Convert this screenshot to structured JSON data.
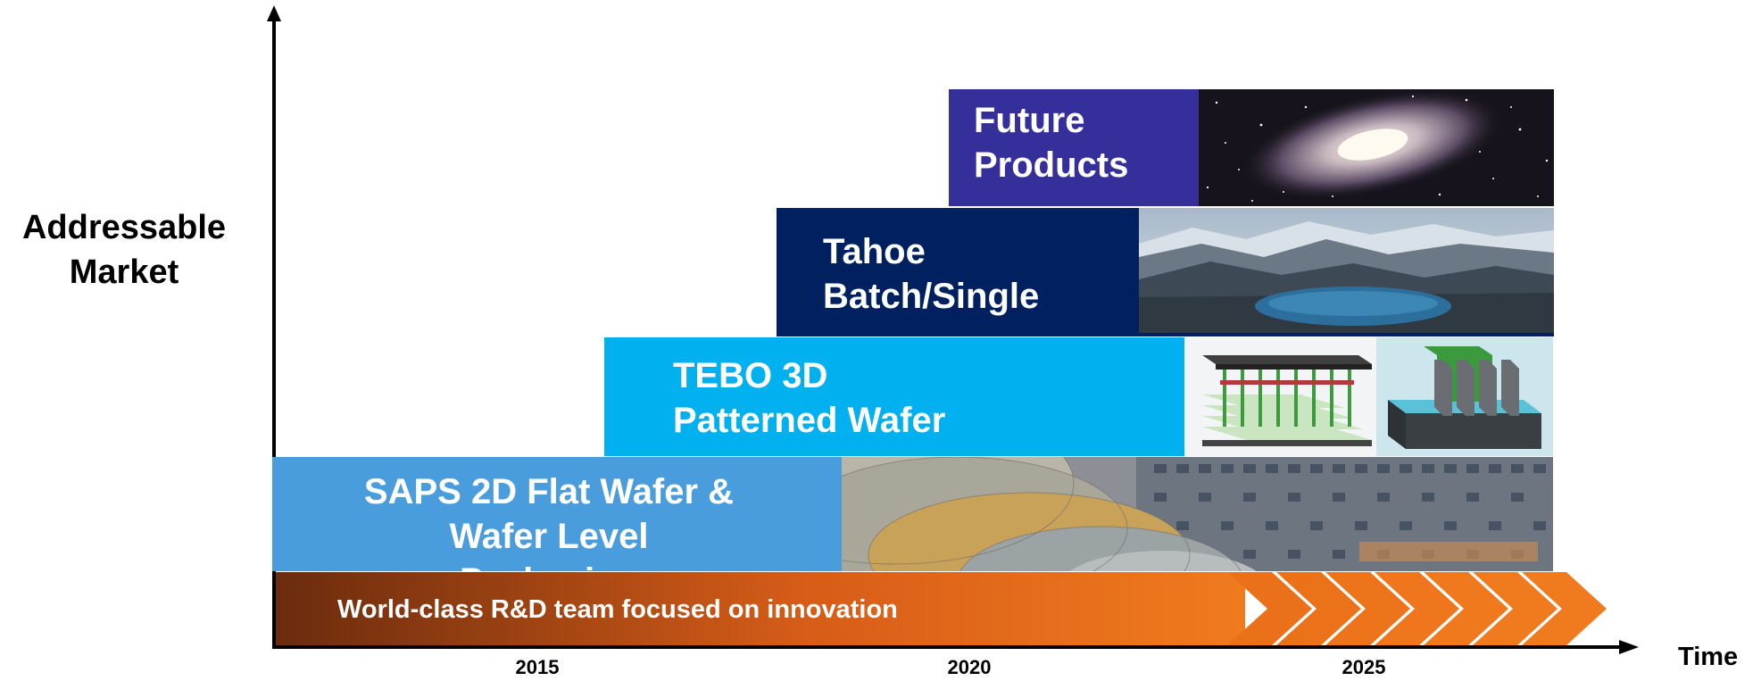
{
  "y_axis_label": [
    "Addressable",
    "Market"
  ],
  "x_axis_label": "Time",
  "years": [
    "2015",
    "2020",
    "2025"
  ],
  "tiers": [
    {
      "id": "saps",
      "lines": [
        "SAPS 2D Flat Wafer &",
        "Wafer Level Packaging"
      ],
      "color": "#4a9ddc",
      "picture": "silicon-wafers-image"
    },
    {
      "id": "tebo",
      "lines": [
        "TEBO 3D",
        "Patterned Wafer"
      ],
      "color": "#00b0ef",
      "picture": "3d-transistor-diagrams-image"
    },
    {
      "id": "tahoe",
      "lines": [
        "Tahoe",
        "Batch/Single"
      ],
      "color": "#00205f",
      "picture": "mountain-lake-image"
    },
    {
      "id": "future",
      "lines": [
        "Future",
        "Products"
      ],
      "color": "#352f9c",
      "picture": "galaxy-image"
    }
  ],
  "foundation": {
    "text": "World-class R&D team focused on innovation",
    "color_start": "#6a2b0d",
    "color_end": "#f07a1e"
  },
  "colors": {
    "axis": "#000000",
    "background": "#ffffff"
  }
}
